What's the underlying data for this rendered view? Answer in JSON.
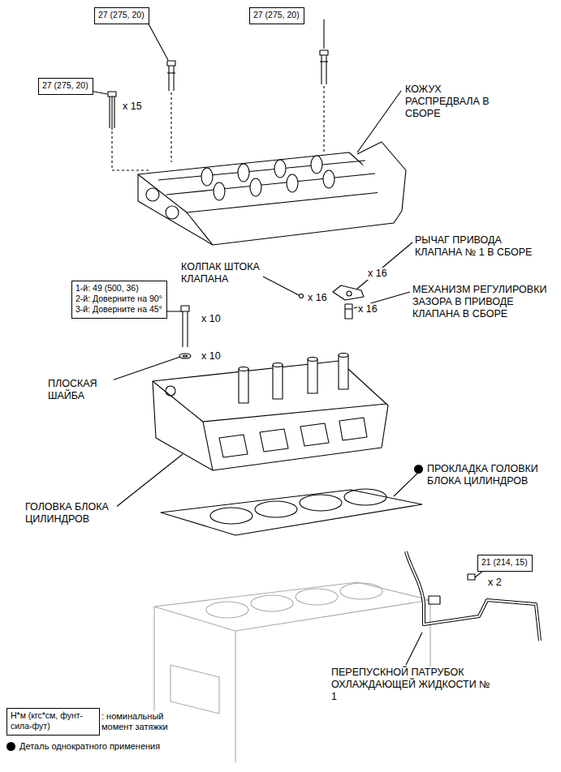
{
  "diagram": {
    "nodes": [
      {
        "text": [
          "27 (275, 20)"
        ]
      },
      {
        "text": [
          "27 (275, 20)"
        ]
      },
      {
        "text": [
          "27 (275, 20)"
        ]
      },
      {
        "text": [
          "1-й: 49 (500, 36)",
          "2-й: Доверните на 90°",
          "3-й: Доверните на 45°"
        ]
      },
      {
        "text": [
          "21 (214, 15)"
        ]
      },
      {
        "text": [
          "Н*м (кгс*см, фунт-сила-фут)"
        ]
      }
    ],
    "labels": [
      "x 15",
      "КОЖУХ РАСПРЕДВАЛА В СБОРЕ",
      "РЫЧАГ ПРИВОДА КЛАПАНА № 1 В СБОРЕ",
      "КОЛПАК ШТОКА КЛАПАНА",
      "x 16",
      "x 16",
      "МЕХАНИЗМ РЕГУЛИРОВКИ ЗАЗОРА В ПРИВОДЕ КЛАПАНА В СБОРЕ",
      "x 16",
      "x 10",
      "x 10",
      "ПЛОСКАЯ ШАЙБА",
      "ПРОКЛАДКА ГОЛОВКИ БЛОКА ЦИЛИНДРОВ",
      "ГОЛОВКА БЛОКА ЦИЛИНДРОВ",
      "x 2",
      "ПЕРЕПУСКНОЙ ПАТРУБОК ОХЛАЖДАЮЩЕЙ ЖИДКОСТИ № 1",
      ": номинальный момент затяжки"
    ],
    "legend": [
      {
        "text": "Деталь однократного применения"
      }
    ]
  }
}
